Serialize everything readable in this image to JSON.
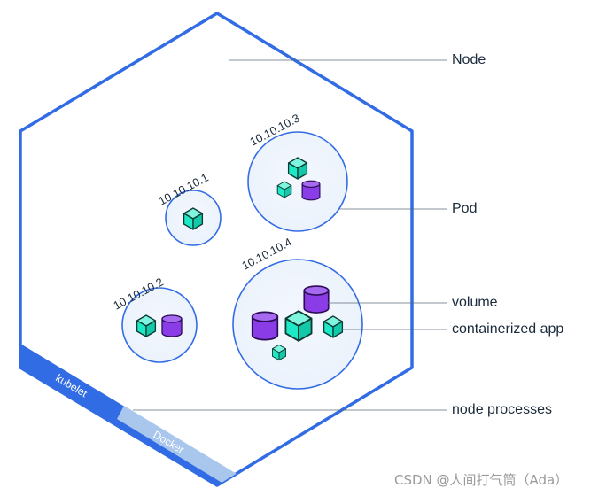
{
  "labels": {
    "node": "Node",
    "pod": "Pod",
    "volume": "volume",
    "app": "containerized app",
    "processes": "node processes"
  },
  "pods": {
    "pod1": "10.10.10.1",
    "pod2": "10.10.10.2",
    "pod3": "10.10.10.3",
    "pod4": "10.10.10.4"
  },
  "processes": {
    "kubelet": "kubelet",
    "docker": "Docker"
  },
  "watermark": "CSDN @人间打气筒（Ada）",
  "colors": {
    "node_border": "#326ce5",
    "kubelet_band": "#326ce5",
    "docker_band": "#a9c6ec",
    "app": "#1de9c6",
    "volume": "#8a3ce6"
  }
}
